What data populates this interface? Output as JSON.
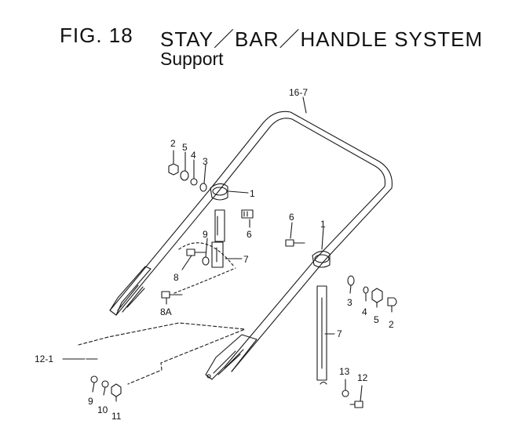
{
  "header": {
    "fig_no": "FIG. 18",
    "title": "STAY／BAR／HANDLE SYSTEM",
    "subtitle": "Support"
  },
  "callouts": {
    "c16_7": "16-7",
    "c2a": "2",
    "c5a": "5",
    "c4a": "4",
    "c3a": "3",
    "c1a": "1",
    "c6a": "6",
    "c9a": "9",
    "c7a": "7",
    "c8": "8",
    "c8a": "8A",
    "c6b": "6",
    "c1b": "1",
    "c3b": "3",
    "c4b": "4",
    "c5b": "5",
    "c2b": "2",
    "c7b": "7",
    "c12_1": "12-1",
    "c9b": "9",
    "c10": "10",
    "c11": "11",
    "c13": "13",
    "c12": "12"
  },
  "colors": {
    "line": "#1a1a1a",
    "paper": "#ffffff"
  }
}
